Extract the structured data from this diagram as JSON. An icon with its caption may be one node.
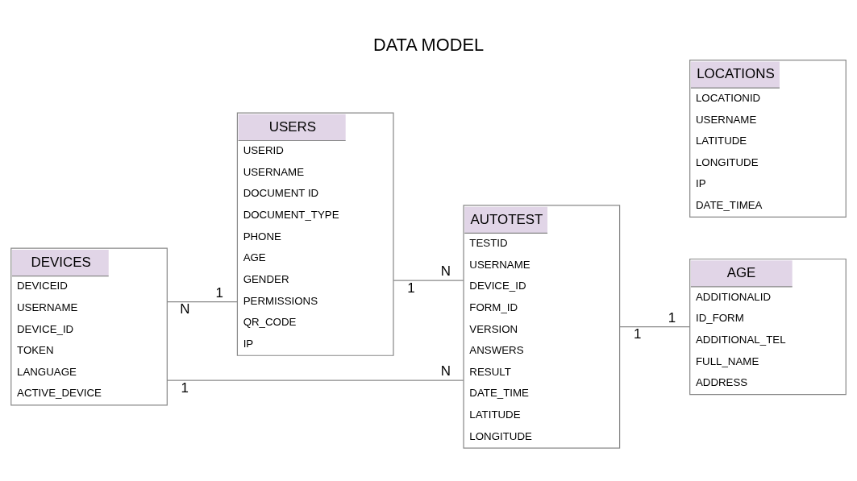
{
  "diagram": {
    "title": "DATA MODEL",
    "nodes": [
      {
        "text": [
          "DEVICES",
          "DEVICEID",
          "USERNAME",
          "DEVICE_ID",
          "TOKEN",
          "LANGUAGE",
          "ACTIVE_DEVICE"
        ]
      },
      {
        "text": [
          "USERS",
          "USERID",
          "USERNAME",
          "DOCUMENT ID",
          "DOCUMENT_TYPE",
          "PHONE",
          "AGE",
          "GENDER",
          "PERMISSIONS",
          "QR_CODE",
          "IP"
        ]
      },
      {
        "text": [
          "AUTOTEST",
          "TESTID",
          "USERNAME",
          "DEVICE_ID",
          "FORM_ID",
          "VERSION",
          "ANSWERS",
          "RESULT",
          "DATE_TIME",
          "LATITUDE",
          "LONGITUDE"
        ]
      },
      {
        "text": [
          "AGE",
          "ADDITIONALID",
          "ID_FORM",
          "ADDITIONAL_TEL",
          "FULL_NAME",
          "ADDRESS"
        ]
      },
      {
        "text": [
          "LOCATIONS",
          "LOCATIONID",
          "USERNAME",
          "LATITUDE",
          "LONGITUDE",
          "IP",
          "DATE_TIMEA"
        ]
      }
    ],
    "edges": [
      {
        "from": 0,
        "to": 1,
        "arrow": "none"
      },
      {
        "from": 1,
        "to": 2,
        "arrow": "none"
      },
      {
        "from": 2,
        "to": 3,
        "arrow": "none"
      },
      {
        "from": 0,
        "to": 2,
        "arrow": "none"
      }
    ],
    "labels": [
      "N",
      "1",
      "1",
      "N",
      "1",
      "1",
      "N",
      "1"
    ]
  }
}
